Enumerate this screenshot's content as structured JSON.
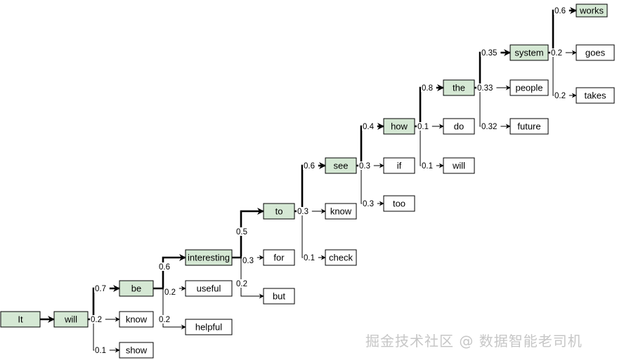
{
  "colors": {
    "greedy_fill": "#d5e8d4",
    "greedy_stroke": "#82b366",
    "plain_fill": "#ffffff",
    "plain_stroke": "#000000",
    "watermark": "#c6c6c6"
  },
  "nodes": [
    {
      "id": "it",
      "label": "It",
      "greedy": true
    },
    {
      "id": "will1",
      "label": "will",
      "greedy": true
    },
    {
      "id": "be",
      "label": "be",
      "greedy": true
    },
    {
      "id": "know1",
      "label": "know",
      "greedy": false
    },
    {
      "id": "show",
      "label": "show",
      "greedy": false
    },
    {
      "id": "interesting",
      "label": "interesting",
      "greedy": true
    },
    {
      "id": "useful",
      "label": "useful",
      "greedy": false
    },
    {
      "id": "helpful",
      "label": "helpful",
      "greedy": false
    },
    {
      "id": "to",
      "label": "to",
      "greedy": true
    },
    {
      "id": "for",
      "label": "for",
      "greedy": false
    },
    {
      "id": "but",
      "label": "but",
      "greedy": false
    },
    {
      "id": "see",
      "label": "see",
      "greedy": true
    },
    {
      "id": "know2",
      "label": "know",
      "greedy": false
    },
    {
      "id": "check",
      "label": "check",
      "greedy": false
    },
    {
      "id": "how",
      "label": "how",
      "greedy": true
    },
    {
      "id": "if",
      "label": "if",
      "greedy": false
    },
    {
      "id": "too",
      "label": "too",
      "greedy": false
    },
    {
      "id": "the",
      "label": "the",
      "greedy": true
    },
    {
      "id": "do",
      "label": "do",
      "greedy": false
    },
    {
      "id": "will2",
      "label": "will",
      "greedy": false
    },
    {
      "id": "system",
      "label": "system",
      "greedy": true
    },
    {
      "id": "people",
      "label": "people",
      "greedy": false
    },
    {
      "id": "future",
      "label": "future",
      "greedy": false
    },
    {
      "id": "works",
      "label": "works",
      "greedy": true
    },
    {
      "id": "goes",
      "label": "goes",
      "greedy": false
    },
    {
      "id": "takes",
      "label": "takes",
      "greedy": false
    }
  ],
  "edges": [
    {
      "from": "it",
      "to": "will1",
      "prob": "",
      "greedy": true
    },
    {
      "from": "will1",
      "to": "be",
      "prob": "0.7",
      "greedy": true
    },
    {
      "from": "will1",
      "to": "know1",
      "prob": "0.2",
      "greedy": false
    },
    {
      "from": "will1",
      "to": "show",
      "prob": "0.1",
      "greedy": false
    },
    {
      "from": "be",
      "to": "interesting",
      "prob": "0.6",
      "greedy": true
    },
    {
      "from": "be",
      "to": "useful",
      "prob": "0.2",
      "greedy": false
    },
    {
      "from": "be",
      "to": "helpful",
      "prob": "0.2",
      "greedy": false
    },
    {
      "from": "interesting",
      "to": "to",
      "prob": "0.5",
      "greedy": true
    },
    {
      "from": "interesting",
      "to": "for",
      "prob": "0.3",
      "greedy": false
    },
    {
      "from": "interesting",
      "to": "but",
      "prob": "0.2",
      "greedy": false
    },
    {
      "from": "to",
      "to": "see",
      "prob": "0.6",
      "greedy": true
    },
    {
      "from": "to",
      "to": "know2",
      "prob": "0.3",
      "greedy": false
    },
    {
      "from": "to",
      "to": "check",
      "prob": "0.1",
      "greedy": false
    },
    {
      "from": "see",
      "to": "how",
      "prob": "0.4",
      "greedy": true
    },
    {
      "from": "see",
      "to": "if",
      "prob": "0.3",
      "greedy": false
    },
    {
      "from": "see",
      "to": "too",
      "prob": "0.3",
      "greedy": false
    },
    {
      "from": "how",
      "to": "the",
      "prob": "0.8",
      "greedy": true
    },
    {
      "from": "how",
      "to": "do",
      "prob": "0.1",
      "greedy": false
    },
    {
      "from": "how",
      "to": "will2",
      "prob": "0.1",
      "greedy": false
    },
    {
      "from": "the",
      "to": "system",
      "prob": "0.35",
      "greedy": true
    },
    {
      "from": "the",
      "to": "people",
      "prob": "0.33",
      "greedy": false
    },
    {
      "from": "the",
      "to": "future",
      "prob": "0.32",
      "greedy": false
    },
    {
      "from": "system",
      "to": "works",
      "prob": "0.6",
      "greedy": true
    },
    {
      "from": "system",
      "to": "goes",
      "prob": "0.2",
      "greedy": false
    },
    {
      "from": "system",
      "to": "takes",
      "prob": "0.2",
      "greedy": false
    }
  ],
  "watermark": "掘金技术社区 @ 数据智能老司机"
}
